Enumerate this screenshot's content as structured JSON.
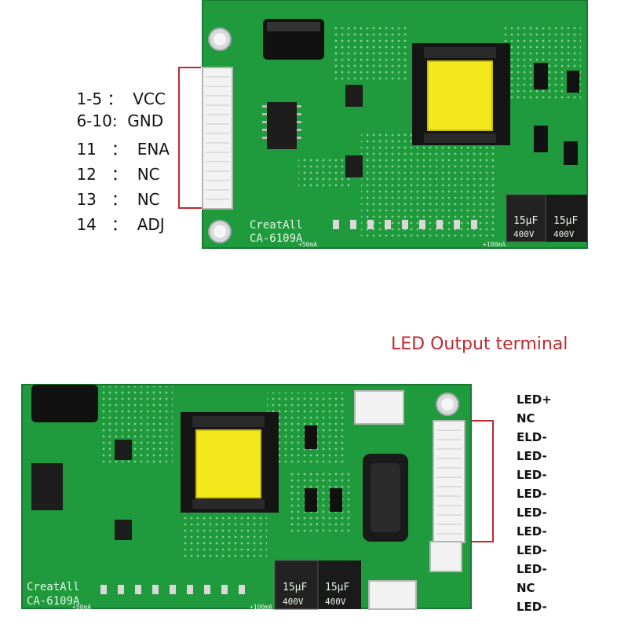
{
  "top": {
    "pin_map": [
      {
        "pins": "1-5",
        "sep": "：",
        "signal": "VCC"
      },
      {
        "pins": "6-10",
        "sep": ":",
        "signal": "GND"
      },
      {
        "pins": "11",
        "sep": "：",
        "signal": "ENA"
      },
      {
        "pins": "12",
        "sep": "：",
        "signal": "NC"
      },
      {
        "pins": "13",
        "sep": "：",
        "signal": "NC"
      },
      {
        "pins": "14",
        "sep": "：",
        "signal": "ADJ"
      }
    ],
    "board_brand": "CreatAll",
    "board_model": "CA-6109A",
    "capacitor_marking": "15μF",
    "capacitor_voltage": "400V",
    "current_marks": [
      "+50mA",
      "+100mA"
    ]
  },
  "bottom": {
    "title": "LED Output terminal",
    "outputs": [
      "LED+",
      "NC",
      "ELD-",
      "LED-",
      "LED-",
      "LED-",
      "LED-",
      "LED-",
      "LED-",
      "LED-",
      "NC",
      "LED-"
    ],
    "board_brand": "CreatAll",
    "board_model": "CA-6109A",
    "capacitor_marking": "15μF",
    "capacitor_voltage": "400V",
    "current_marks": [
      "+50mA",
      "+100mA"
    ]
  },
  "colors": {
    "pcb_green": "#1f9a3c",
    "bracket_red": "#c0282d",
    "transformer_yellow": "#f2e81c"
  }
}
